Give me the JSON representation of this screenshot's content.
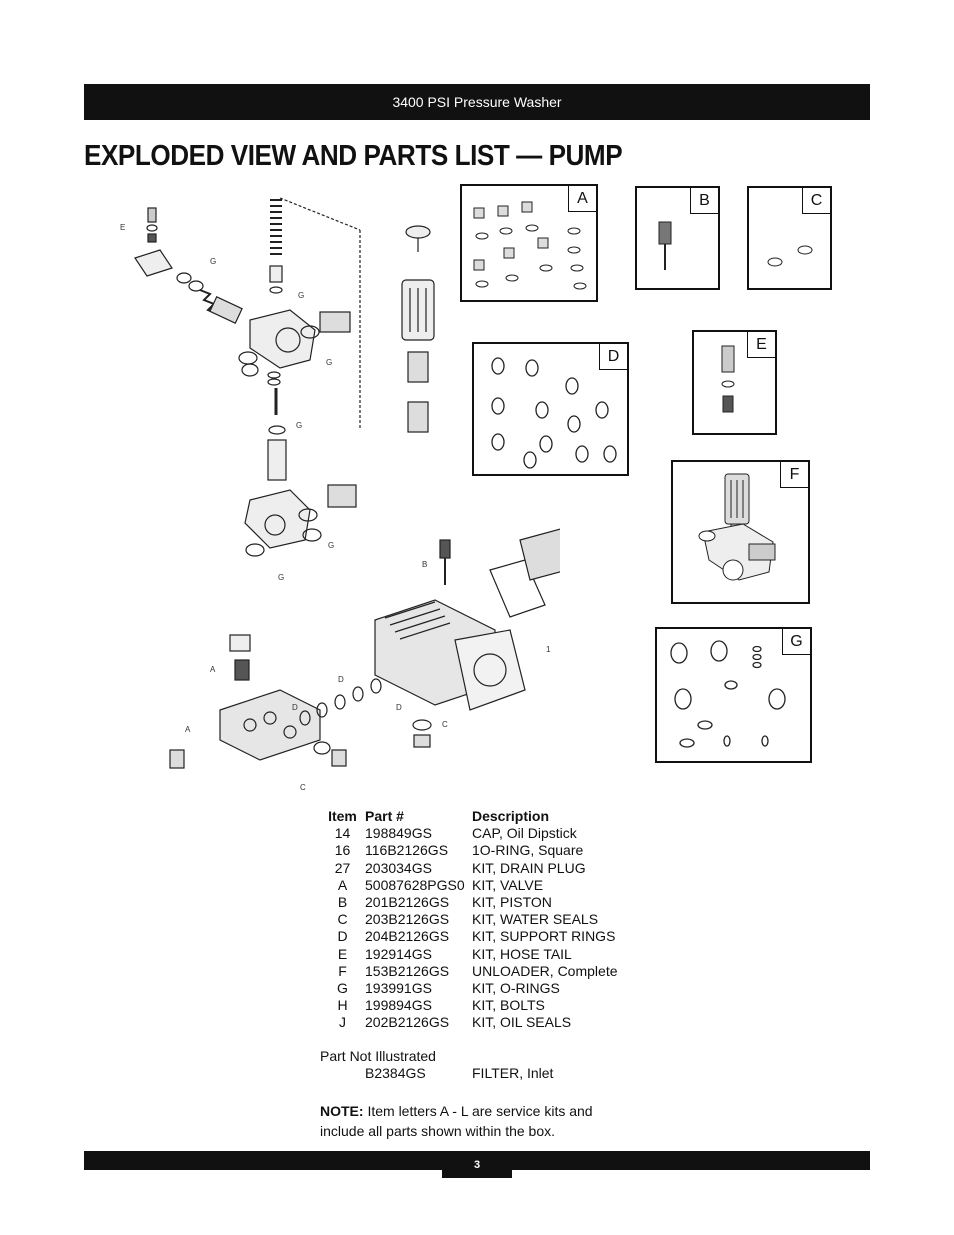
{
  "header": {
    "title": "3400 PSI Pressure Washer"
  },
  "page_title": "EXPLODED VIEW AND PARTS LIST — PUMP",
  "diagram": {
    "callouts": [
      "E",
      "G",
      "A",
      "B",
      "C",
      "D",
      "1"
    ],
    "kit_boxes": [
      {
        "letter": "A"
      },
      {
        "letter": "B"
      },
      {
        "letter": "C"
      },
      {
        "letter": "D"
      },
      {
        "letter": "E"
      },
      {
        "letter": "F"
      },
      {
        "letter": "G"
      }
    ]
  },
  "parts_list": {
    "headers": {
      "item": "Item",
      "part": "Part #",
      "description": "Description"
    },
    "rows": [
      {
        "item": "14",
        "part": "198849GS",
        "description": "CAP, Oil Dipstick"
      },
      {
        "item": "16",
        "part": "116B2126GS",
        "description": "1O-RING, Square"
      },
      {
        "item": "27",
        "part": "203034GS",
        "description": "KIT, DRAIN PLUG"
      },
      {
        "item": "A",
        "part": "50087628PGS0",
        "description": "KIT, VALVE"
      },
      {
        "item": "B",
        "part": "201B2126GS",
        "description": "KIT, PISTON"
      },
      {
        "item": "C",
        "part": "203B2126GS",
        "description": "KIT, WATER SEALS"
      },
      {
        "item": "D",
        "part": "204B2126GS",
        "description": "KIT, SUPPORT RINGS"
      },
      {
        "item": "E",
        "part": "192914GS",
        "description": "KIT, HOSE TAIL"
      },
      {
        "item": "F",
        "part": "153B2126GS",
        "description": "UNLOADER, Complete"
      },
      {
        "item": "G",
        "part": "193991GS",
        "description": "KIT, O-RINGS"
      },
      {
        "item": "H",
        "part": "199894GS",
        "description": "KIT, BOLTS"
      },
      {
        "item": "J",
        "part": "202B2126GS",
        "description": "KIT, OIL SEALS"
      }
    ],
    "not_illustrated_label": "Part Not Illustrated",
    "not_illustrated": {
      "part": "B2384GS",
      "description": "FILTER, Inlet"
    }
  },
  "note": {
    "label": "NOTE:",
    "text": " Item letters A - L are service kits and include all parts shown within the box."
  },
  "footer": {
    "page_number": "3"
  }
}
